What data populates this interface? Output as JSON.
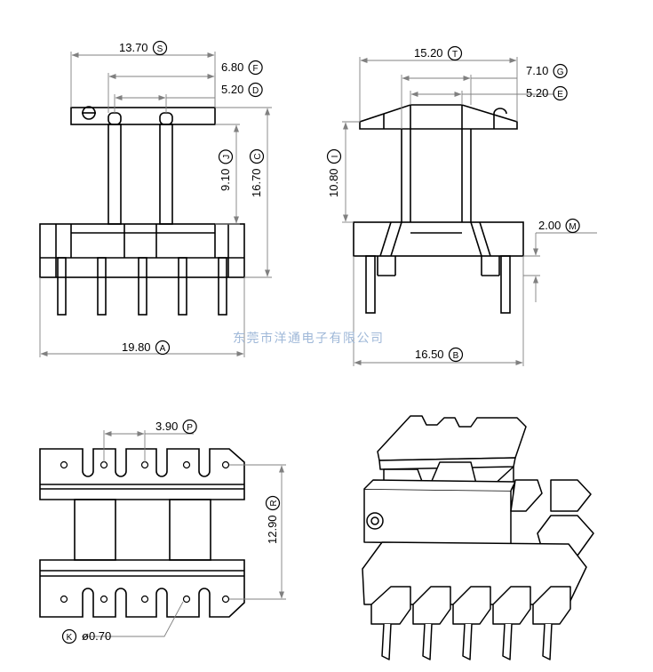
{
  "dims": {
    "S": {
      "value": "13.70",
      "letter": "S"
    },
    "F": {
      "value": "6.80",
      "letter": "F"
    },
    "D": {
      "value": "5.20",
      "letter": "D"
    },
    "J": {
      "value": "9.10",
      "letter": "J"
    },
    "C": {
      "value": "16.70",
      "letter": "C"
    },
    "A": {
      "value": "19.80",
      "letter": "A"
    },
    "T": {
      "value": "15.20",
      "letter": "T"
    },
    "G": {
      "value": "7.10",
      "letter": "G"
    },
    "E": {
      "value": "5.20",
      "letter": "E"
    },
    "I": {
      "value": "10.80",
      "letter": "I"
    },
    "M": {
      "value": "2.00",
      "letter": "M"
    },
    "B": {
      "value": "16.50",
      "letter": "B"
    },
    "P": {
      "value": "3.90",
      "letter": "P"
    },
    "R": {
      "value": "12.90",
      "letter": "R"
    },
    "K": {
      "value": "ø0.70",
      "letter": "K"
    }
  },
  "watermark": "东莞市洋通电子有限公司",
  "colors": {
    "line": "#000000",
    "dim": "#808080",
    "watermark": "#9fb8d8"
  }
}
